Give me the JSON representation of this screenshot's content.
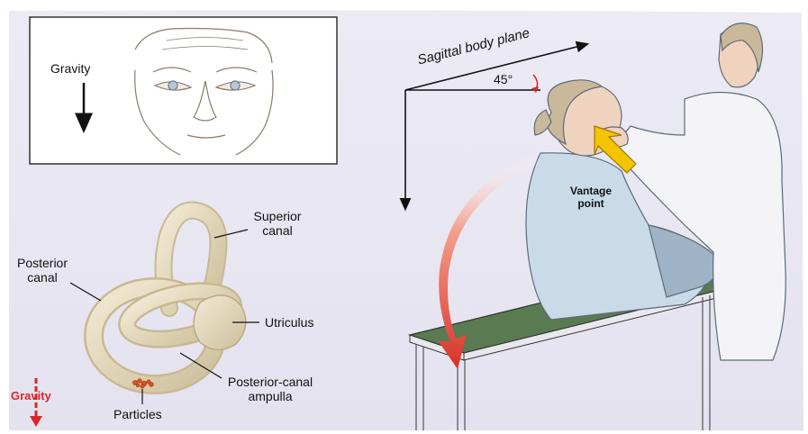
{
  "face_panel": {
    "gravity_label": "Gravity"
  },
  "labyrinth": {
    "superior_canal": [
      "Superior",
      "canal"
    ],
    "posterior_canal": [
      "Posterior",
      "canal"
    ],
    "utriculus": "Utriculus",
    "ampulla": [
      "Posterior-canal",
      "ampulla"
    ],
    "particles": "Particles",
    "gravity_label": "Gravity"
  },
  "maneuver": {
    "plane_label": "Sagittal body plane",
    "angle_label": "45°",
    "vantage_label": [
      "Vantage",
      "point"
    ]
  },
  "colors": {
    "background_panel": "#e8e6f2",
    "canal_fill": "#e4d9bd",
    "canal_stroke": "#b9a987",
    "gravity_red": "#d9262a",
    "curved_arrow": "#e0463a",
    "vantage_arrow": "#f5c400",
    "table_top": "#5a7a52",
    "gown": "#c9dbe8"
  }
}
